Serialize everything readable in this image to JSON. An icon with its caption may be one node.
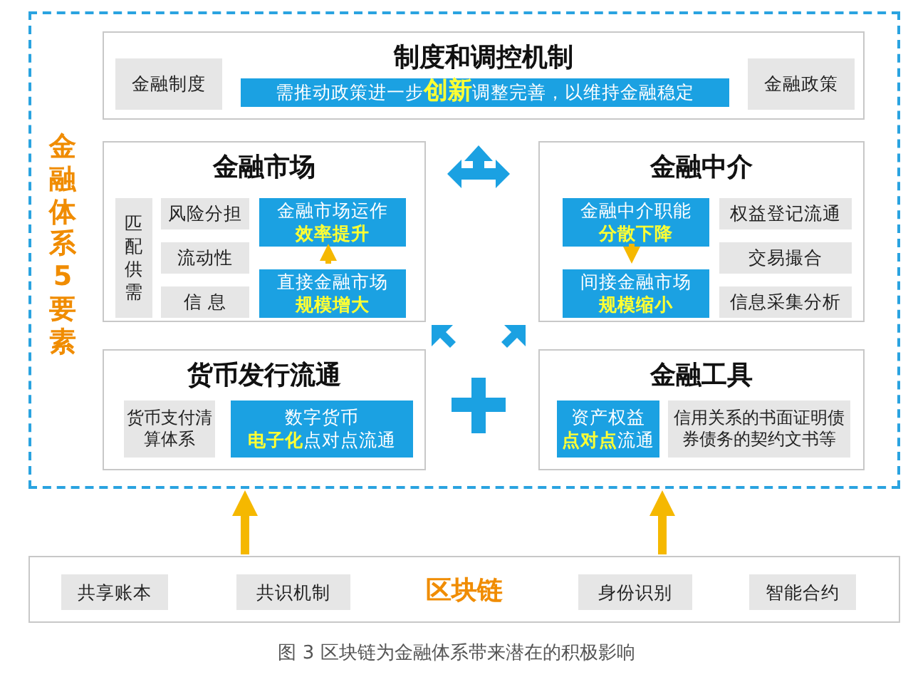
{
  "diagram": {
    "caption": "图 3 区块链为金融体系带来潜在的积极影响",
    "nodes": [
      {
        "text": [
          "金融体系5要素"
        ]
      },
      {
        "text": [
          "制度和调控机制"
        ],
        "in": 0
      },
      {
        "text": [
          "金融制度"
        ],
        "in": 1
      },
      {
        "text": [
          "需推动政策进一步**创新**调整完善，以维持金融稳定"
        ],
        "in": 1
      },
      {
        "text": [
          "金融政策"
        ],
        "in": 1
      },
      {
        "text": [
          "金融市场"
        ],
        "in": 0
      },
      {
        "text": [
          "匹配供需"
        ],
        "in": 5
      },
      {
        "text": [
          "风险分担"
        ],
        "in": 5
      },
      {
        "text": [
          "流动性"
        ],
        "in": 5
      },
      {
        "text": [
          "信 息"
        ],
        "in": 5
      },
      {
        "text": [
          "金融市场运作",
          "效率提升"
        ],
        "in": 5
      },
      {
        "text": [
          "直接金融市场",
          "规模增大"
        ],
        "in": 5
      },
      {
        "text": [
          "金融中介"
        ],
        "in": 0
      },
      {
        "text": [
          "金融中介职能",
          "分散下降"
        ],
        "in": 12
      },
      {
        "text": [
          "间接金融市场",
          "规模缩小"
        ],
        "in": 12
      },
      {
        "text": [
          "权益登记流通"
        ],
        "in": 12
      },
      {
        "text": [
          "交易撮合"
        ],
        "in": 12
      },
      {
        "text": [
          "信息采集分析"
        ],
        "in": 12
      },
      {
        "text": [
          "货币发行流通"
        ],
        "in": 0
      },
      {
        "text": [
          "货币支付清算体系"
        ],
        "in": 18
      },
      {
        "text": [
          "数字货币",
          "**电子化**点对点流通"
        ],
        "in": 18
      },
      {
        "text": [
          "金融工具"
        ],
        "in": 0
      },
      {
        "text": [
          "资产权益",
          "**点对点**流通"
        ],
        "in": 21
      },
      {
        "text": [
          "信用关系的书面证明债券债务的契约文书等"
        ],
        "in": 21
      },
      {
        "text": [
          "区块链"
        ]
      },
      {
        "text": [
          "共享账本"
        ],
        "in": 24
      },
      {
        "text": [
          "共识机制"
        ],
        "in": 24
      },
      {
        "text": [
          "身份识别"
        ],
        "in": 24
      },
      {
        "text": [
          "智能合约"
        ],
        "in": 24
      }
    ],
    "edges": [
      {
        "from": 11,
        "to": 10,
        "arrow": "to"
      },
      {
        "from": 13,
        "to": 14,
        "arrow": "to"
      },
      {
        "from": 24,
        "to": 0,
        "arrow": "to"
      },
      {
        "from": 24,
        "to": 0,
        "arrow": "to"
      }
    ]
  }
}
